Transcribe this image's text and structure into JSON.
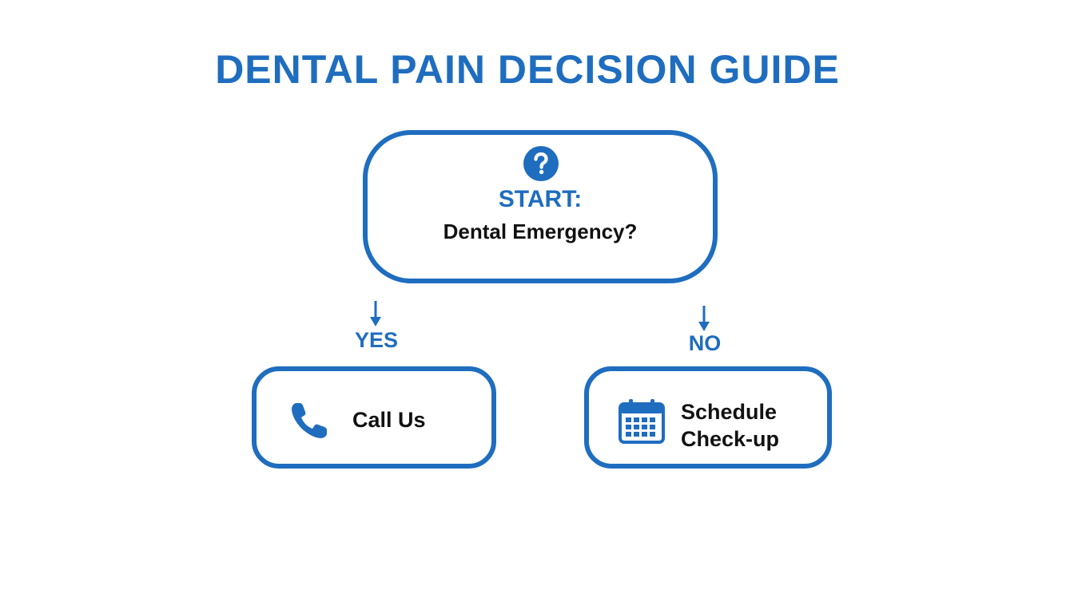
{
  "title": "DENTAL PAIN DECISION GUIDE",
  "start": {
    "label": "START:",
    "question": "Dental Emergency?",
    "icon": "question-circle-icon"
  },
  "branches": {
    "yes": {
      "label": "YES",
      "action": "Call Us",
      "icon": "phone-icon"
    },
    "no": {
      "label": "NO",
      "action_line1": "Schedule",
      "action_line2": "Check-up",
      "icon": "calendar-icon"
    }
  },
  "colors": {
    "accent": "#1f6dbf",
    "text": "#111111",
    "background": "#ffffff"
  }
}
